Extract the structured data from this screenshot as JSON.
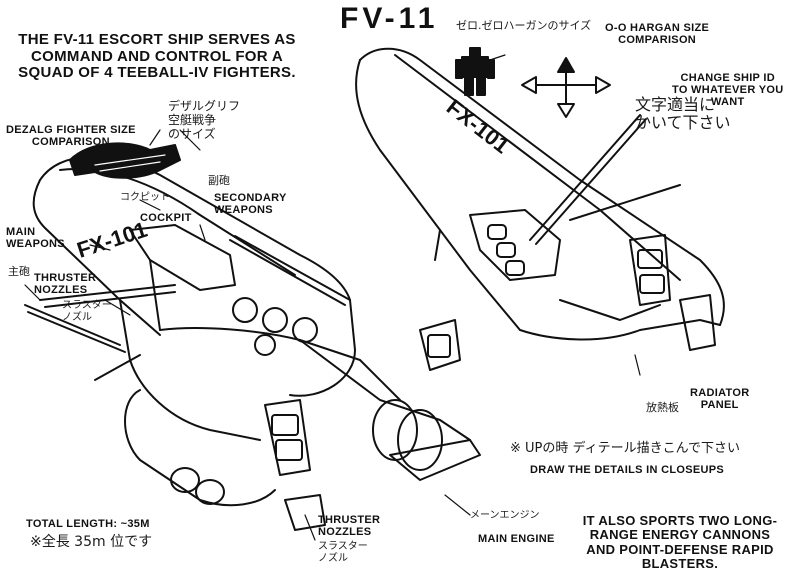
{
  "title": "FV-11",
  "intro_text": "THE FV-11 ESCORT SHIP SERVES AS COMMAND AND CONTROL FOR A SQUAD OF 4 TEEBALL-IV FIGHTERS.",
  "labels": {
    "dezalg": "DEZALG FIGHTER SIZE\nCOMPARISON",
    "cockpit": "COCKPIT",
    "secondary": "SECONDARY\nWEAPONS",
    "main_weapons": "MAIN\nWEAPONS",
    "thruster_left": "THRUSTER\nNOZZLES",
    "thruster_bottom": "THRUSTER\nNOZZLES",
    "hargan": "O-O HARGAN SIZE\nCOMPARISON",
    "change_id": "CHANGE SHIP ID\nTO WHATEVER YOU\nWANT",
    "radiator": "RADIATOR\nPANEL",
    "draw_details": "DRAW THE DETAILS IN CLOSEUPS",
    "total_length": "TOTAL LENGTH: ~35M",
    "main_engine": "MAIN ENGINE",
    "energy_cannons": "IT ALSO SPORTS TWO LONG-\nRANGE ENERGY CANNONS\nAND POINT-DEFENSE RAPID\nBLASTERS."
  },
  "japanese": {
    "hargan": "ゼロ.ゼロハーガンのサイズ",
    "change_id": "文字適当に\nかいて下さい",
    "dezalg": "デザルグリフ\n空艇戦争\nのサイズ",
    "cockpit": "コクピット",
    "secondary": "副砲",
    "main": "主砲",
    "thruster_left": "スラスター\nノズル",
    "thruster_bottom": "スラスター\nノズル",
    "main_engine": "メーンエンジン",
    "radiator": "放熱板",
    "details": "※ UPの時 ディテール描きこんで下さい",
    "length": "※全長 35m 位です"
  },
  "ship_id": "FX-101"
}
